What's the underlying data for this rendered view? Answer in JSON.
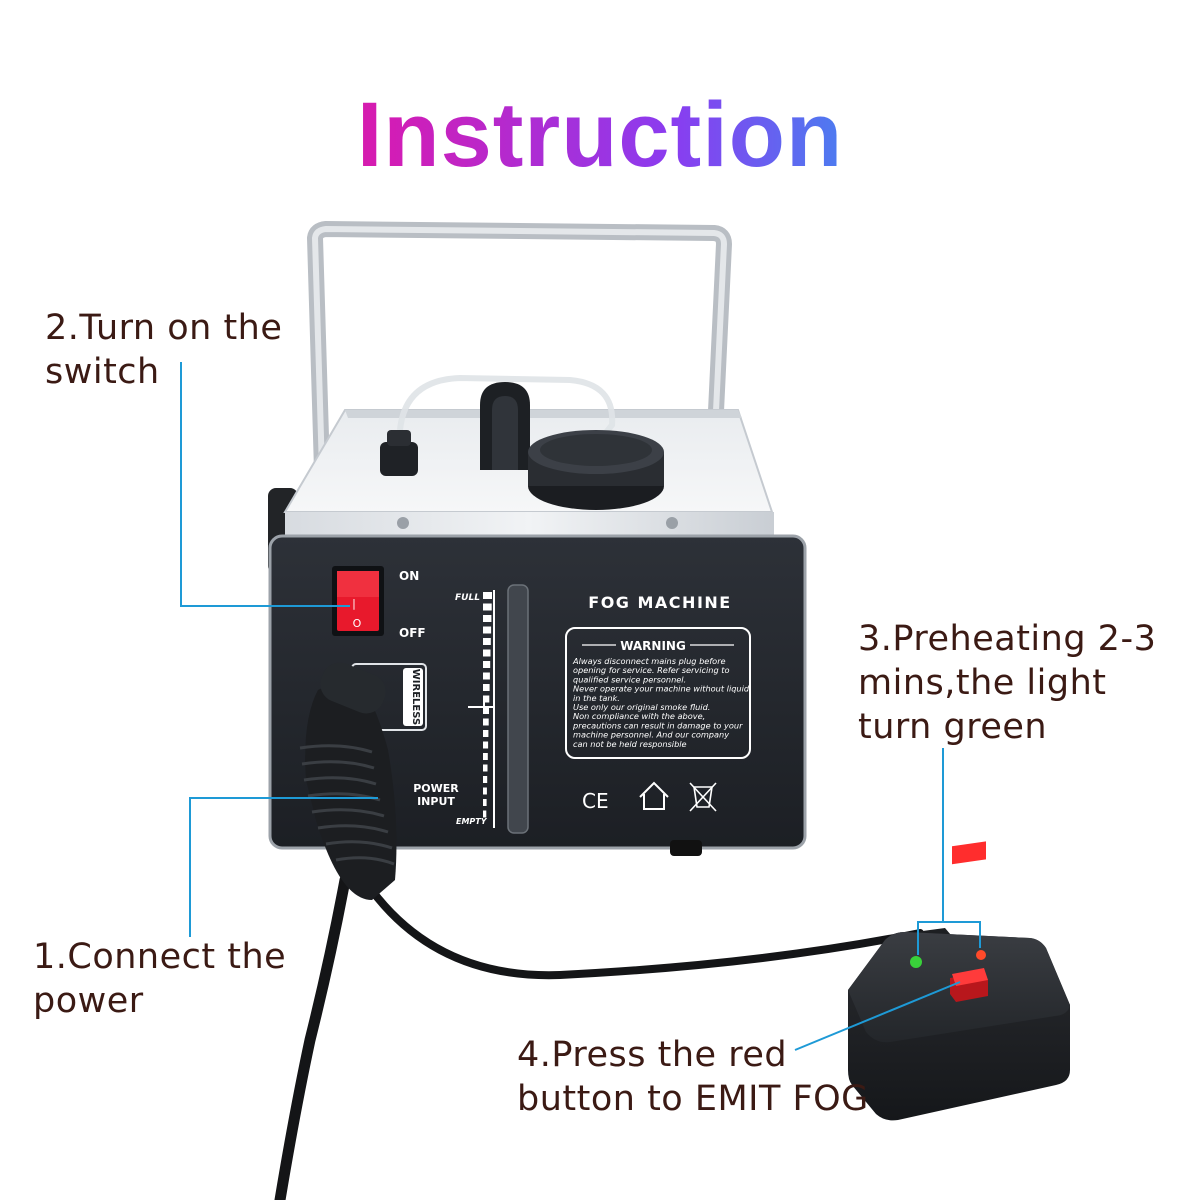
{
  "title": "Instruction",
  "steps": {
    "connect_power": "1.Connect the\npower",
    "turn_on_switch": "2.Turn on the\nswitch",
    "preheating": "3.Preheating 2-3\nmins,the light\nturn green",
    "press_button": "4.Press the red\nbutton to EMIT FOG"
  },
  "machine_panel": {
    "name": "FOG MACHINE",
    "switch_on": "ON",
    "switch_off": "OFF",
    "switch_mark_on": "|",
    "switch_mark_off": "O",
    "wireless": "WIRELESS",
    "power_input_line1": "POWER",
    "power_input_line2": "INPUT",
    "gauge_full": "FULL",
    "gauge_empty": "EMPTY",
    "warning_title": "WARNING",
    "warning_lines": [
      "Always disconnect mains plug before",
      "opening for service. Refer servicing to",
      "qualified service personnel.",
      "Never operate your machine without liquid",
      "in the tank.",
      "Use only our original smoke fluid.",
      "Non compliance with the above,",
      "precautions can result in damage to your",
      "machine personnel. And our company",
      "can not be held responsible"
    ],
    "ce_mark": "CE"
  },
  "colors": {
    "step_text": "#3b1a14",
    "callout_line": "#1e9ad6",
    "title_gradient": [
      "#ec1c4f",
      "#d41cb4",
      "#8a3cf0",
      "#2a9ff0",
      "#16d6c8"
    ],
    "remote_led_ready": "#39d13a",
    "remote_led_heating": "#ff4a2a",
    "remote_button": "#ff3b3b"
  }
}
